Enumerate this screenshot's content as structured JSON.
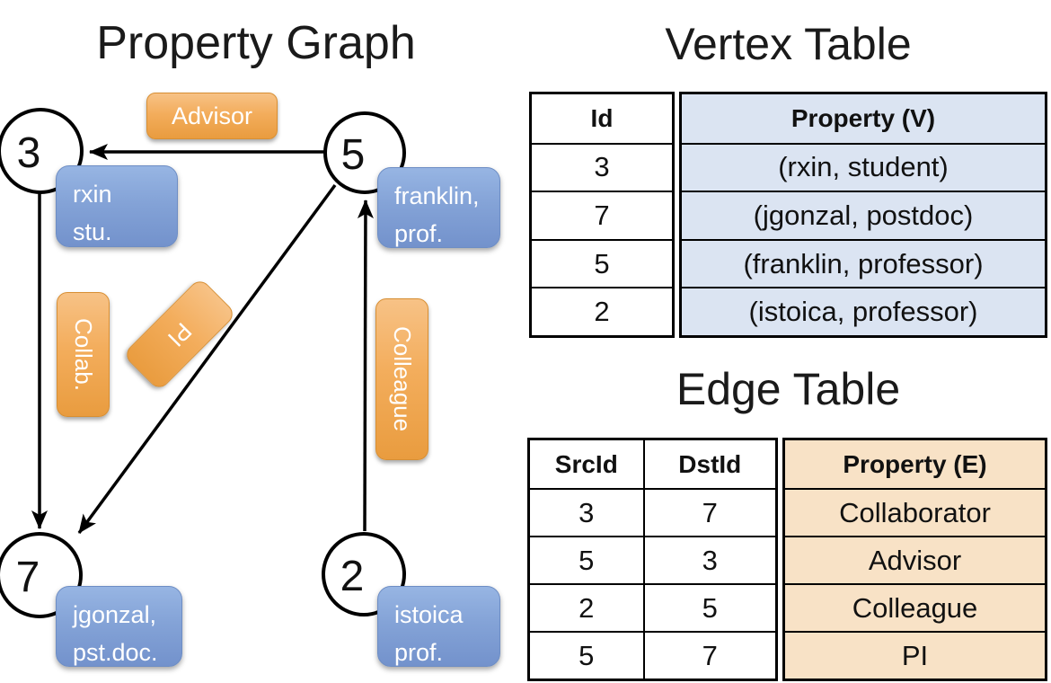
{
  "colors": {
    "edge_label_orange_top": "#f7c286",
    "edge_label_orange_bottom": "#e99c3f",
    "node_label_blue_top": "#97b5e3",
    "node_label_blue_bottom": "#7392cc",
    "vertex_property_fill": "#dbe4f2",
    "edge_property_fill": "#f8e2c6",
    "line_color": "#000000"
  },
  "graph": {
    "title": "Property Graph",
    "nodes": [
      {
        "id": "3",
        "label_line1": "rxin",
        "label_line2": "stu."
      },
      {
        "id": "5",
        "label_line1": "franklin,",
        "label_line2": "prof."
      },
      {
        "id": "7",
        "label_line1": "jgonzal,",
        "label_line2": "pst.doc."
      },
      {
        "id": "2",
        "label_line1": "istoica",
        "label_line2": "prof."
      }
    ],
    "edges": [
      {
        "label": "Advisor",
        "from": "5",
        "to": "3"
      },
      {
        "label": "Collab.",
        "from": "3",
        "to": "7"
      },
      {
        "label": "PI",
        "from": "5",
        "to": "7"
      },
      {
        "label": "Colleague",
        "from": "2",
        "to": "5"
      }
    ]
  },
  "vertex_table": {
    "title": "Vertex Table",
    "columns": [
      "Id",
      "Property (V)"
    ],
    "rows": [
      {
        "id": "3",
        "property": "(rxin, student)"
      },
      {
        "id": "7",
        "property": "(jgonzal, postdoc)"
      },
      {
        "id": "5",
        "property": "(franklin, professor)"
      },
      {
        "id": "2",
        "property": "(istoica, professor)"
      }
    ]
  },
  "edge_table": {
    "title": "Edge Table",
    "columns": [
      "SrcId",
      "DstId",
      "Property (E)"
    ],
    "rows": [
      {
        "src": "3",
        "dst": "7",
        "property": "Collaborator"
      },
      {
        "src": "5",
        "dst": "3",
        "property": "Advisor"
      },
      {
        "src": "2",
        "dst": "5",
        "property": "Colleague"
      },
      {
        "src": "5",
        "dst": "7",
        "property": "PI"
      }
    ]
  }
}
